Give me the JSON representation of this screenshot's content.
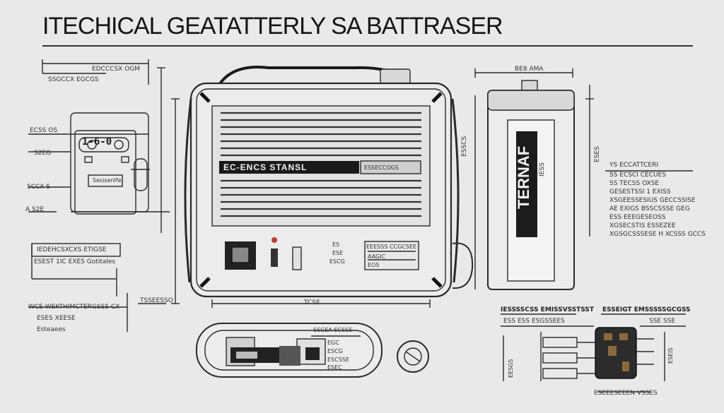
{
  "title": "ITECHICAL GEATATTERLY  SA BATTRASER",
  "left_panel": {
    "top_dim": "EDCCCSX OGM",
    "top_sub": "SSGCCX EGCGS",
    "dim_a": "ECSS OS",
    "dim_b": "S2EG",
    "dim_c": "SCCX S",
    "dim_d": "A S2E",
    "meter_value": "1-6-0",
    "unit_label": "Sesisenlfe",
    "box_label": "IEDEHCSXCXS ETIGSE",
    "box_sub": "ESEST 1IC EXES Gotitales",
    "bottom_a": "WCE WEKTHIMCTERGSSS CX",
    "bottom_b": "ESES XEESE",
    "bottom_c": "Esteaees",
    "bottom_d": "TSSEESSO"
  },
  "main_unit": {
    "nameplate": "EC-ENCS STANSL",
    "model": "ESSECCOGS",
    "panel_head": "EEESSS CCGCSEE",
    "panel_a": "ES",
    "panel_b": "ESE",
    "panel_c": "AAGIC",
    "panel_d": "EOS",
    "panel_e": "ESCG",
    "bottom_dim": "TCSE"
  },
  "side_battery": {
    "top_dim": "BE8 AMA",
    "label_main": "TERNAF",
    "label_sub": "IESS",
    "label_code": "ESSCS",
    "dim_v": "ESES"
  },
  "spec_block": {
    "heading": "YS ECCATTCERI",
    "lines": [
      "SS ECSCI CECUES",
      "SS TECSS OXSE",
      "GESESTSSI 1 EXISS",
      "XSGEESSESIUS GECCSSISE",
      "AE EXIGS BSSCSSSE GEG",
      "ESS EEEGESEOSS",
      "XGSECSTIS ESSEZEE",
      "XGSGCSSSESE H XCSSS GCCS"
    ]
  },
  "bottom_panel": {
    "label": "SSGEA ECSSS",
    "a": "EGC",
    "b": "ESCG",
    "c": "ESCSSE",
    "d": "ESEC"
  },
  "right_bottom": {
    "head_left": "IESSSSCSS EMISSVSSTSST",
    "sub_left": "ESS ESS ESGSSEES",
    "head_right": "ESSEIGT EMSSSSSGCGSS",
    "sub_right": "SSE SSE",
    "dim_left": "EESGS",
    "dim_right": "ESEIS",
    "foot": "ESEEESEEEN VSSES"
  }
}
